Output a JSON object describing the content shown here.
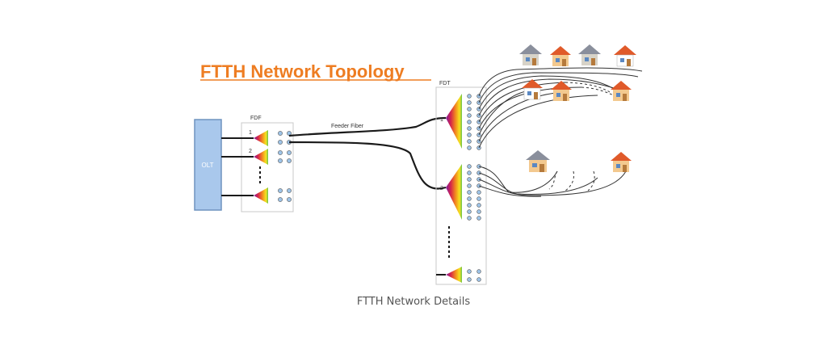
{
  "diagram": {
    "title": "FTTH Network Topology",
    "olt_label": "OLT",
    "fdf_label": "FDF",
    "fdt_label": "FDT",
    "feeder_label": "Feeder Fiber",
    "fdf_splitter_labels": [
      "1",
      "2"
    ],
    "fdt_splitter_labels": [
      "1",
      "2"
    ]
  },
  "caption": "FTTH Network Details",
  "colors": {
    "title": "#ee7d22",
    "olt_fill": "#a9c8ec",
    "olt_stroke": "#6f93bf",
    "fiber": "#1a1a1a",
    "port_fill": "#9ec4e8",
    "house_roof": "#e05a2a",
    "house_wall": "#f3c98f"
  }
}
